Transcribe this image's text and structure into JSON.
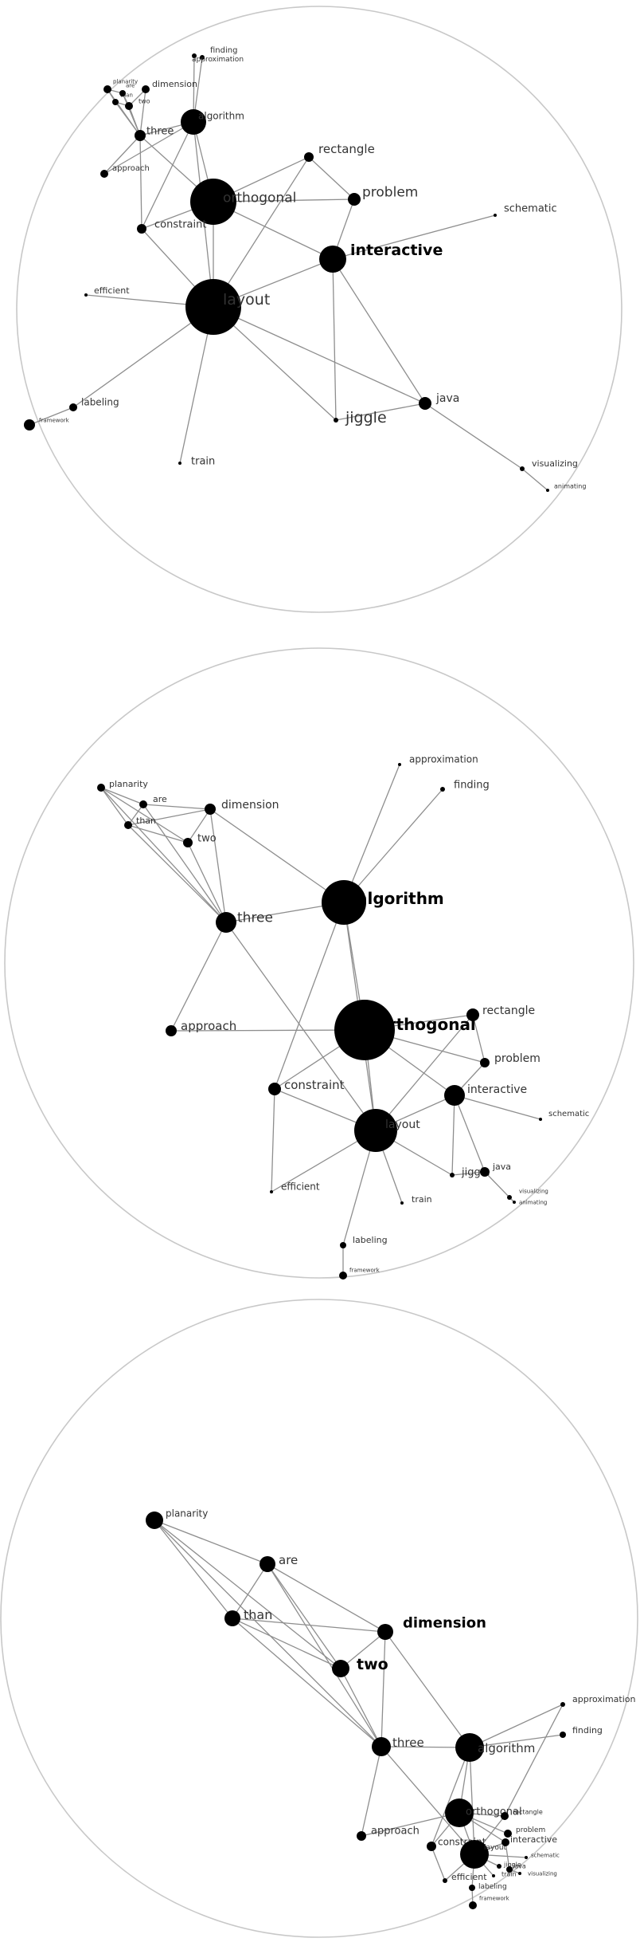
{
  "colors": {
    "background": "#ffffff",
    "node": "#000000",
    "edge": "#8e8e8e",
    "boundary": "#c8c8c8"
  },
  "panels": [
    {
      "id": "panel-1",
      "nodes": [
        {
          "id": "layout",
          "label": "layout",
          "emph": "large"
        },
        {
          "id": "orthogonal",
          "label": "orthogonal",
          "emph": "medium"
        },
        {
          "id": "interactive",
          "label": "interactive",
          "emph": "bold"
        },
        {
          "id": "algorithm",
          "label": "algorithm",
          "emph": "small"
        },
        {
          "id": "problem",
          "label": "problem"
        },
        {
          "id": "rectangle",
          "label": "rectangle"
        },
        {
          "id": "schematic",
          "label": "schematic"
        },
        {
          "id": "constraint",
          "label": "constraint"
        },
        {
          "id": "efficient",
          "label": "efficient"
        },
        {
          "id": "approach",
          "label": "approach"
        },
        {
          "id": "three",
          "label": "three"
        },
        {
          "id": "two",
          "label": "two"
        },
        {
          "id": "than",
          "label": "than"
        },
        {
          "id": "are",
          "label": "are"
        },
        {
          "id": "planarity",
          "label": "planarity"
        },
        {
          "id": "dimension",
          "label": "dimension"
        },
        {
          "id": "finding",
          "label": "finding"
        },
        {
          "id": "approximation",
          "label": "approximation"
        },
        {
          "id": "labeling",
          "label": "labeling"
        },
        {
          "id": "framework",
          "label": "framework"
        },
        {
          "id": "train",
          "label": "train"
        },
        {
          "id": "jiggle",
          "label": "jiggle"
        },
        {
          "id": "java",
          "label": "java"
        },
        {
          "id": "visualizing",
          "label": "visualizing"
        },
        {
          "id": "animating",
          "label": "animating"
        }
      ]
    },
    {
      "id": "panel-2",
      "nodes": [
        {
          "id": "algorithm",
          "label": "algorithm",
          "emph": "bold"
        },
        {
          "id": "orthogonal",
          "label": "orthogonal",
          "emph": "bold"
        },
        {
          "id": "layout",
          "label": "layout"
        },
        {
          "id": "interactive",
          "label": "interactive"
        },
        {
          "id": "three",
          "label": "three"
        },
        {
          "id": "two",
          "label": "two"
        },
        {
          "id": "than",
          "label": "than"
        },
        {
          "id": "are",
          "label": "are"
        },
        {
          "id": "planarity",
          "label": "planarity"
        },
        {
          "id": "dimension",
          "label": "dimension"
        },
        {
          "id": "approximation",
          "label": "approximation"
        },
        {
          "id": "finding",
          "label": "finding"
        },
        {
          "id": "approach",
          "label": "approach"
        },
        {
          "id": "rectangle",
          "label": "rectangle"
        },
        {
          "id": "problem",
          "label": "problem"
        },
        {
          "id": "constraint",
          "label": "constraint"
        },
        {
          "id": "schematic",
          "label": "schematic"
        },
        {
          "id": "efficient",
          "label": "efficient"
        },
        {
          "id": "train",
          "label": "train"
        },
        {
          "id": "jiggle",
          "label": "jiggle"
        },
        {
          "id": "java",
          "label": "java"
        },
        {
          "id": "visualizing",
          "label": "visualizing"
        },
        {
          "id": "animating",
          "label": "animating"
        },
        {
          "id": "labeling",
          "label": "labeling"
        },
        {
          "id": "framework",
          "label": "framework"
        }
      ]
    },
    {
      "id": "panel-3",
      "nodes": [
        {
          "id": "planarity",
          "label": "planarity"
        },
        {
          "id": "are",
          "label": "are"
        },
        {
          "id": "than",
          "label": "than"
        },
        {
          "id": "dimension",
          "label": "dimension",
          "emph": "bold"
        },
        {
          "id": "two",
          "label": "two",
          "emph": "bold"
        },
        {
          "id": "three",
          "label": "three"
        },
        {
          "id": "algorithm",
          "label": "algorithm"
        },
        {
          "id": "approximation",
          "label": "approximation"
        },
        {
          "id": "finding",
          "label": "finding"
        },
        {
          "id": "approach",
          "label": "approach"
        },
        {
          "id": "orthogonal",
          "label": "orthogonal"
        },
        {
          "id": "constraint",
          "label": "constraint"
        },
        {
          "id": "layout",
          "label": "layout"
        },
        {
          "id": "rectangle",
          "label": "rectangle"
        },
        {
          "id": "problem",
          "label": "problem"
        },
        {
          "id": "interactive",
          "label": "interactive"
        },
        {
          "id": "schematic",
          "label": "schematic"
        },
        {
          "id": "efficient",
          "label": "efficient"
        },
        {
          "id": "train",
          "label": "train"
        },
        {
          "id": "jiggle",
          "label": "jiggle"
        },
        {
          "id": "java",
          "label": "java"
        },
        {
          "id": "visualizing",
          "label": "visualizing"
        },
        {
          "id": "labeling",
          "label": "labeling"
        },
        {
          "id": "framework",
          "label": "framework"
        }
      ]
    }
  ]
}
